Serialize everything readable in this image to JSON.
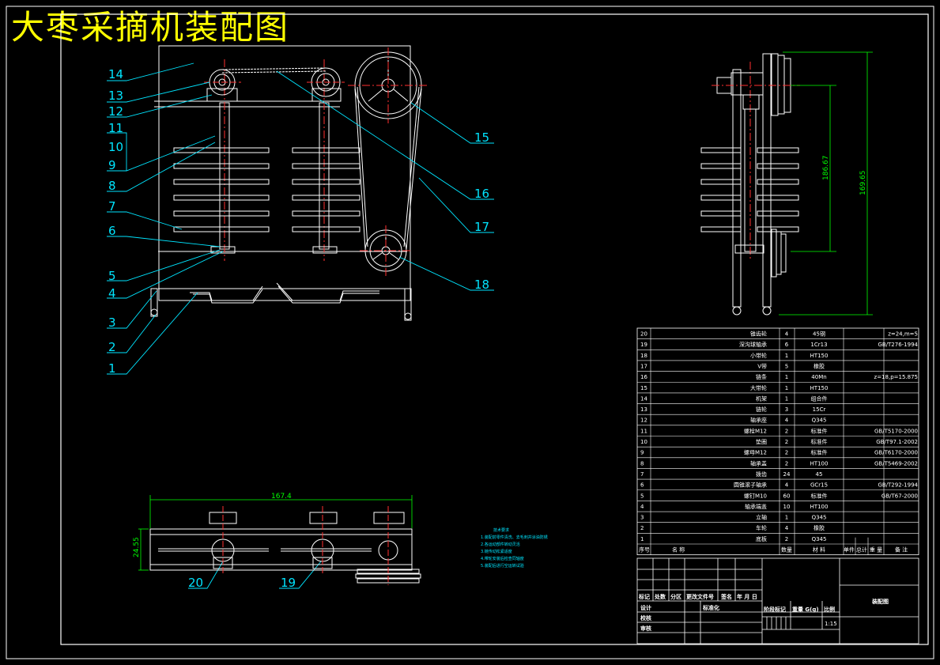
{
  "title": "大枣采摘机装配图",
  "callouts": [
    "14",
    "13",
    "12",
    "11",
    "10",
    "9",
    "8",
    "7",
    "6",
    "5",
    "4",
    "3",
    "2",
    "1",
    "15",
    "16",
    "17",
    "18",
    "20",
    "19"
  ],
  "dimensions": {
    "width_bottom": "167.4",
    "height_bottom": "24.55",
    "side_height_1": "186.67",
    "side_height_2": "169.65"
  },
  "notes": {
    "title": "技术要求",
    "lines": [
      "1.装配前零件清洗、去毛刺并涂油防锈",
      "2.各运动部件转动灵活",
      "3.链传动松紧适度",
      "4.带轮安装后检查同轴度",
      "5.装配后进行空运转试验"
    ]
  },
  "bom": {
    "rows": [
      {
        "no": "20",
        "name": "锥齿轮",
        "qty": "4",
        "mat": "45钢",
        "std": "z=24,m=5"
      },
      {
        "no": "19",
        "name": "深沟球轴承",
        "qty": "6",
        "mat": "1Cr13",
        "std": "GB/T276-1994"
      },
      {
        "no": "18",
        "name": "小带轮",
        "qty": "1",
        "mat": "HT150",
        "std": ""
      },
      {
        "no": "17",
        "name": "V带",
        "qty": "5",
        "mat": "橡胶",
        "std": ""
      },
      {
        "no": "16",
        "name": "链条",
        "qty": "1",
        "mat": "40Mn",
        "std": "z=18,p=15.875"
      },
      {
        "no": "15",
        "name": "大带轮",
        "qty": "1",
        "mat": "HT150",
        "std": ""
      },
      {
        "no": "14",
        "name": "机架",
        "qty": "1",
        "mat": "组合件",
        "std": ""
      },
      {
        "no": "13",
        "name": "链轮",
        "qty": "3",
        "mat": "15Cr",
        "std": ""
      },
      {
        "no": "12",
        "name": "轴承座",
        "qty": "4",
        "mat": "Q345",
        "std": ""
      },
      {
        "no": "11",
        "name": "螺栓M12",
        "qty": "2",
        "mat": "标准件",
        "std": "GB/T5170-2000"
      },
      {
        "no": "10",
        "name": "垫圈",
        "qty": "2",
        "mat": "标准件",
        "std": "GB/T97.1-2002"
      },
      {
        "no": "9",
        "name": "螺母M12",
        "qty": "2",
        "mat": "标准件",
        "std": "GB/T6170-2000"
      },
      {
        "no": "8",
        "name": "轴承盖",
        "qty": "2",
        "mat": "HT100",
        "std": "GB/T5469-2002"
      },
      {
        "no": "7",
        "name": "拨齿",
        "qty": "24",
        "mat": "45",
        "std": ""
      },
      {
        "no": "6",
        "name": "圆锥滚子轴承",
        "qty": "4",
        "mat": "GCr15",
        "std": "GB/T292-1994"
      },
      {
        "no": "5",
        "name": "螺钉M10",
        "qty": "60",
        "mat": "标准件",
        "std": "GB/T67-2000"
      },
      {
        "no": "4",
        "name": "轴承端盖",
        "qty": "10",
        "mat": "HT100",
        "std": ""
      },
      {
        "no": "3",
        "name": "立轴",
        "qty": "1",
        "mat": "Q345",
        "std": ""
      },
      {
        "no": "2",
        "name": "车轮",
        "qty": "4",
        "mat": "橡胶",
        "std": ""
      },
      {
        "no": "1",
        "name": "底板",
        "qty": "2",
        "mat": "Q345",
        "std": ""
      }
    ],
    "header": {
      "no": "序号",
      "name": "名 称",
      "qty": "数量",
      "mat": "材 料",
      "single": "单件",
      "total": "总计",
      "weight": "重 量",
      "remark": "备 注"
    }
  },
  "title_block": {
    "row_labels": [
      "标记",
      "处数",
      "分区",
      "更改文件号",
      "签名",
      "年 月 日"
    ],
    "design": "设计",
    "standard": "标准化",
    "check": "校核",
    "review": "审核",
    "stage": "阶段标记",
    "weight": "重量 G(g)",
    "scale_label": "比例",
    "scale": "1:15",
    "drawing_name": "装配图"
  }
}
